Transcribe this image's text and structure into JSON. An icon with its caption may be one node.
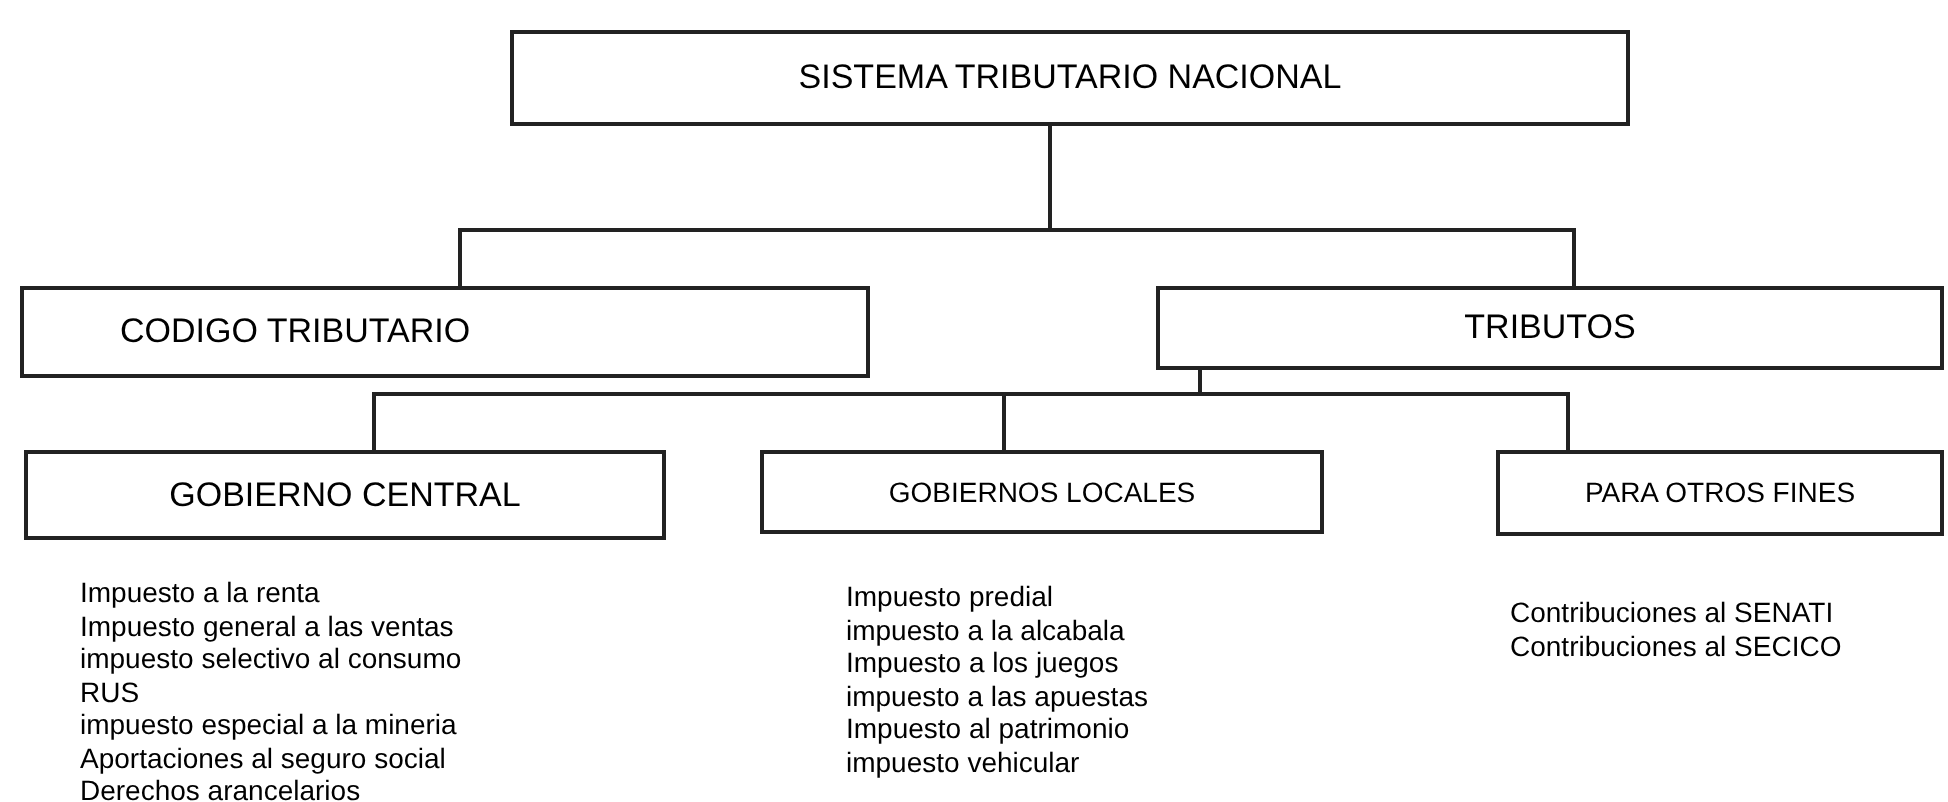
{
  "diagram": {
    "nodes": [
      {
        "text": [
          "SISTEMA TRIBUTARIO NACIONAL"
        ]
      },
      {
        "text": [
          "CODIGO TRIBUTARIO"
        ]
      },
      {
        "text": [
          "TRIBUTOS"
        ]
      },
      {
        "text": [
          "GOBIERNO CENTRAL"
        ]
      },
      {
        "text": [
          "GOBIERNOS LOCALES"
        ]
      },
      {
        "text": [
          "PARA OTROS FINES"
        ]
      }
    ],
    "edges": [
      {
        "from": 0,
        "to": 1,
        "arrow": "none"
      },
      {
        "from": 0,
        "to": 2,
        "arrow": "none"
      },
      {
        "from": 2,
        "to": 3,
        "arrow": "none"
      },
      {
        "from": 2,
        "to": 4,
        "arrow": "none"
      },
      {
        "from": 2,
        "to": 5,
        "arrow": "none"
      }
    ],
    "labels": [
      "Impuesto a la renta",
      "Impuesto general a las ventas",
      "impuesto selectivo al consumo",
      "RUS",
      "impuesto especial a la mineria",
      "Aportaciones al seguro social",
      "Derechos arancelarios",
      "Impuesto predial",
      "impuesto a la alcabala",
      "Impuesto a los juegos",
      "impuesto a las apuestas",
      "Impuesto al patrimonio",
      "impuesto vehicular",
      "Contribuciones al SENATI",
      "Contribuciones al SECICO"
    ]
  }
}
